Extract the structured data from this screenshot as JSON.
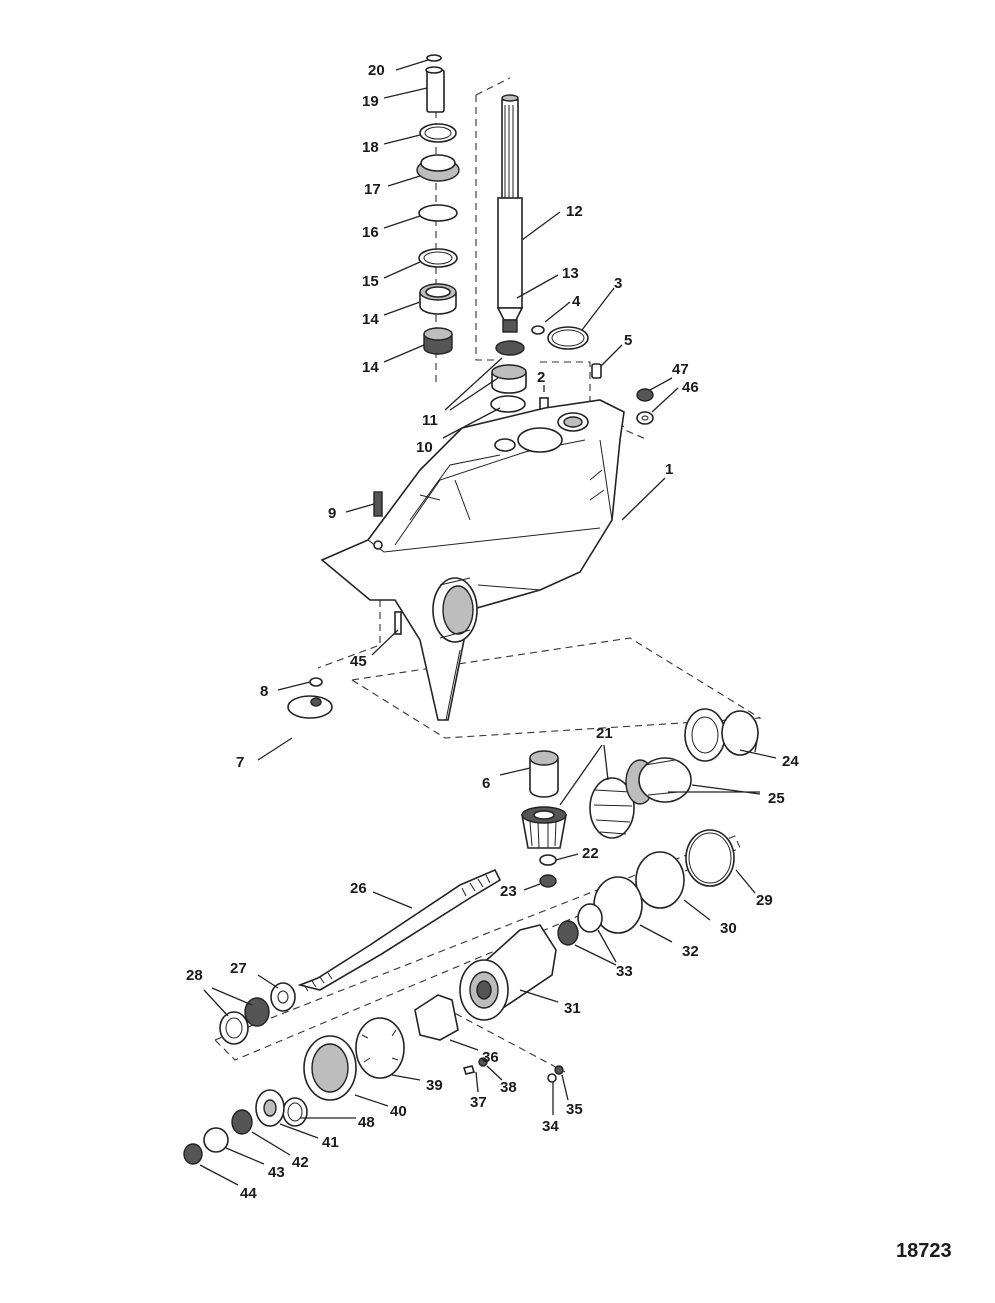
{
  "figure_number": "18723",
  "callouts": [
    {
      "id": "c1",
      "text": "1"
    },
    {
      "id": "c2",
      "text": "2"
    },
    {
      "id": "c3",
      "text": "3"
    },
    {
      "id": "c4",
      "text": "4"
    },
    {
      "id": "c5",
      "text": "5"
    },
    {
      "id": "c6",
      "text": "6"
    },
    {
      "id": "c7",
      "text": "7"
    },
    {
      "id": "c8",
      "text": "8"
    },
    {
      "id": "c9",
      "text": "9"
    },
    {
      "id": "c10",
      "text": "10"
    },
    {
      "id": "c11",
      "text": "11"
    },
    {
      "id": "c12",
      "text": "12"
    },
    {
      "id": "c13",
      "text": "13"
    },
    {
      "id": "c14a",
      "text": "14"
    },
    {
      "id": "c14b",
      "text": "14"
    },
    {
      "id": "c15",
      "text": "15"
    },
    {
      "id": "c16",
      "text": "16"
    },
    {
      "id": "c17",
      "text": "17"
    },
    {
      "id": "c18",
      "text": "18"
    },
    {
      "id": "c19",
      "text": "19"
    },
    {
      "id": "c20",
      "text": "20"
    },
    {
      "id": "c21",
      "text": "21"
    },
    {
      "id": "c22",
      "text": "22"
    },
    {
      "id": "c23",
      "text": "23"
    },
    {
      "id": "c24",
      "text": "24"
    },
    {
      "id": "c25",
      "text": "25"
    },
    {
      "id": "c26",
      "text": "26"
    },
    {
      "id": "c27",
      "text": "27"
    },
    {
      "id": "c28",
      "text": "28"
    },
    {
      "id": "c29",
      "text": "29"
    },
    {
      "id": "c30",
      "text": "30"
    },
    {
      "id": "c31",
      "text": "31"
    },
    {
      "id": "c32",
      "text": "32"
    },
    {
      "id": "c33",
      "text": "33"
    },
    {
      "id": "c34",
      "text": "34"
    },
    {
      "id": "c35",
      "text": "35"
    },
    {
      "id": "c36",
      "text": "36"
    },
    {
      "id": "c37",
      "text": "37"
    },
    {
      "id": "c38",
      "text": "38"
    },
    {
      "id": "c39",
      "text": "39"
    },
    {
      "id": "c40",
      "text": "40"
    },
    {
      "id": "c41",
      "text": "41"
    },
    {
      "id": "c42",
      "text": "42"
    },
    {
      "id": "c43",
      "text": "43"
    },
    {
      "id": "c44",
      "text": "44"
    },
    {
      "id": "c45",
      "text": "45"
    },
    {
      "id": "c46",
      "text": "46"
    },
    {
      "id": "c47",
      "text": "47"
    },
    {
      "id": "c48",
      "text": "48"
    }
  ]
}
